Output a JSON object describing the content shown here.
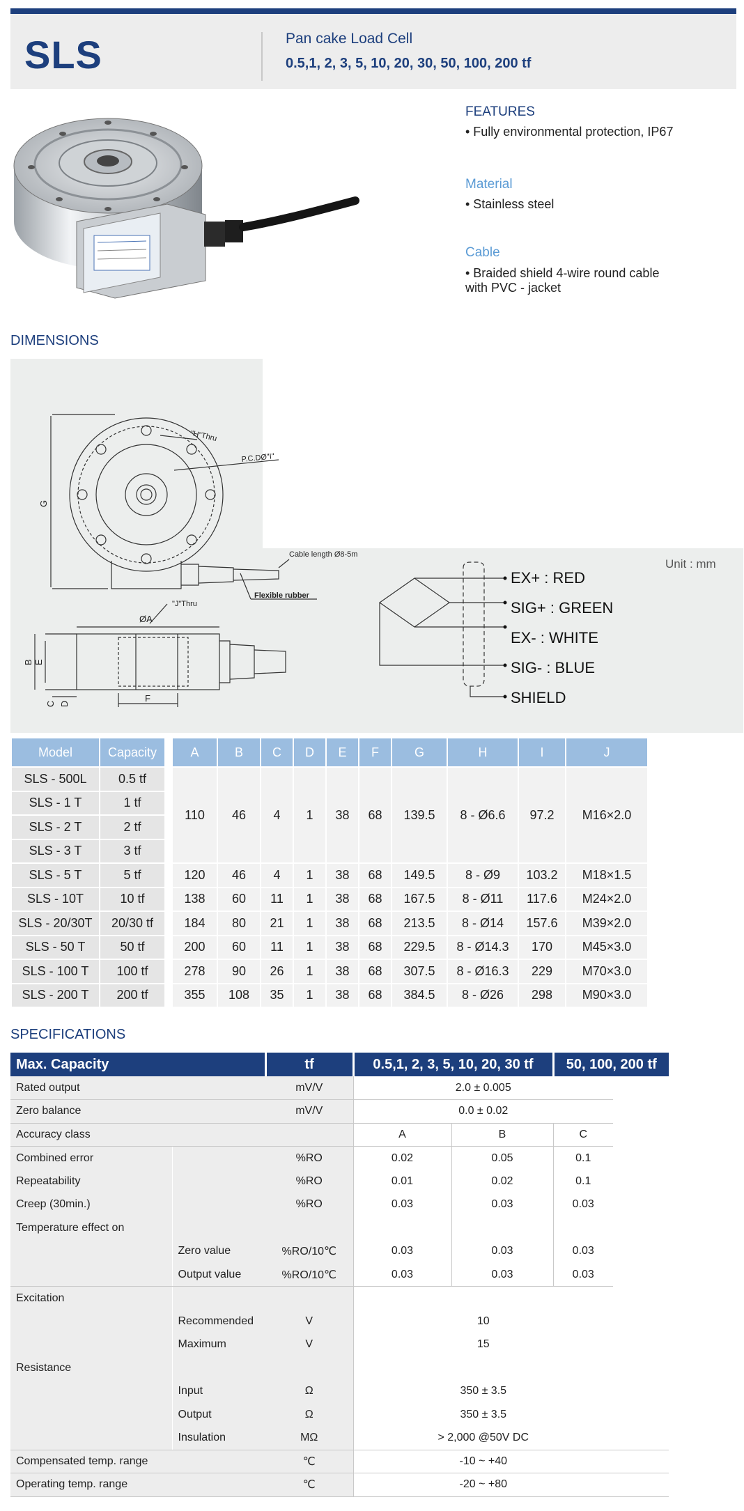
{
  "header": {
    "model": "SLS",
    "subtitle": "Pan cake Load Cell",
    "capacities": "0.5,1, 2, 3, 5, 10, 20, 30, 50, 100, 200 tf"
  },
  "features": [
    {
      "heading": "FEATURES",
      "text": "• Fully environmental protection, IP67",
      "color": "#1d3f7d"
    },
    {
      "heading": "Material",
      "text": "• Stainless steel",
      "color": "#5b9bd5"
    },
    {
      "heading": "Cable",
      "text": "• Braided shield 4-wire round cable",
      "text2": "with PVC - jacket",
      "color": "#5b9bd5"
    }
  ],
  "dimensions": {
    "title": "DIMENSIONS",
    "unit": "Unit : mm",
    "labels": {
      "h_thru": "\"H\"Thru",
      "pcd": "P.C.DØ\"I\"",
      "cable_length": "Cable length Ø8-5m",
      "flexible": "Flexible  rubber",
      "j_thru": "\"J\"Thru",
      "g": "G",
      "a": "ØA",
      "b": "B",
      "e": "E",
      "c": "C",
      "d": "D",
      "f": "F"
    },
    "wiring": [
      "EX+ : RED",
      "SIG+ : GREEN",
      "EX- : WHITE",
      "SIG- : BLUE",
      "SHIELD"
    ]
  },
  "dim_table": {
    "headers": [
      "Model",
      "Capacity",
      "A",
      "B",
      "C",
      "D",
      "E",
      "F",
      "G",
      "H",
      "I",
      "J"
    ],
    "group": {
      "rows": [
        [
          "SLS - 500L",
          "0.5 tf"
        ],
        [
          "SLS - 1 T",
          "1 tf"
        ],
        [
          "SLS - 2 T",
          "2 tf"
        ],
        [
          "SLS - 3 T",
          "3 tf"
        ]
      ],
      "values": [
        "110",
        "46",
        "4",
        "1",
        "38",
        "68",
        "139.5",
        "8 - Ø6.6",
        "97.2",
        "M16×2.0"
      ]
    },
    "rows": [
      [
        "SLS - 5 T",
        "5 tf",
        "120",
        "46",
        "4",
        "1",
        "38",
        "68",
        "149.5",
        "8 - Ø9",
        "103.2",
        "M18×1.5"
      ],
      [
        "SLS - 10T",
        "10 tf",
        "138",
        "60",
        "11",
        "1",
        "38",
        "68",
        "167.5",
        "8 - Ø11",
        "117.6",
        "M24×2.0"
      ],
      [
        "SLS - 20/30T",
        "20/30 tf",
        "184",
        "80",
        "21",
        "1",
        "38",
        "68",
        "213.5",
        "8 - Ø14",
        "157.6",
        "M39×2.0"
      ],
      [
        "SLS - 50 T",
        "50 tf",
        "200",
        "60",
        "11",
        "1",
        "38",
        "68",
        "229.5",
        "8 - Ø14.3",
        "170",
        "M45×3.0"
      ],
      [
        "SLS - 100 T",
        "100 tf",
        "278",
        "90",
        "26",
        "1",
        "38",
        "68",
        "307.5",
        "8 - Ø16.3",
        "229",
        "M70×3.0"
      ],
      [
        "SLS - 200 T",
        "200 tf",
        "355",
        "108",
        "35",
        "1",
        "38",
        "68",
        "384.5",
        "8 - Ø26",
        "298",
        "M90×3.0"
      ]
    ]
  },
  "specs": {
    "title": "SPECIFICATIONS",
    "headers": [
      "Max. Capacity",
      "tf",
      "0.5,1, 2, 3, 5, 10, 20, 30 tf",
      "50, 100, 200 tf"
    ],
    "rated_output": [
      "Rated output",
      "mV/V",
      "2.0 ± 0.005"
    ],
    "zero_balance": [
      "Zero balance",
      "mV/V",
      "0.0 ± 0.02"
    ],
    "accuracy_class": [
      "Accuracy class",
      "A",
      "B",
      "C"
    ],
    "combined_error": [
      "Combined error",
      "%RO",
      "0.02",
      "0.05",
      "0.1"
    ],
    "repeatability": [
      "Repeatability",
      "%RO",
      "0.01",
      "0.02",
      "0.1"
    ],
    "creep": [
      "Creep (30min.)",
      "%RO",
      "0.03",
      "0.03",
      "0.03"
    ],
    "temp_effect": "Temperature effect on",
    "zero_value": [
      "Zero value",
      "%RO/10℃",
      "0.03",
      "0.03",
      "0.03"
    ],
    "output_value": [
      "Output  value",
      "%RO/10℃",
      "0.03",
      "0.03",
      "0.03"
    ],
    "excitation": "Excitation",
    "recommended": [
      "Recommended",
      "V",
      "10"
    ],
    "maximum": [
      "Maximum",
      "V",
      "15"
    ],
    "resistance": "Resistance",
    "input": [
      "Input",
      "Ω",
      "350 ± 3.5"
    ],
    "output": [
      "Output",
      "Ω",
      "350 ± 3.5"
    ],
    "insulation": [
      "Insulation",
      "MΩ",
      "> 2,000 @50V DC"
    ],
    "comp_temp": [
      "Compensated temp. range",
      "℃",
      "-10 ~ +40"
    ],
    "oper_temp": [
      "Operating temp. range",
      "℃",
      "-20 ~ +80"
    ]
  }
}
